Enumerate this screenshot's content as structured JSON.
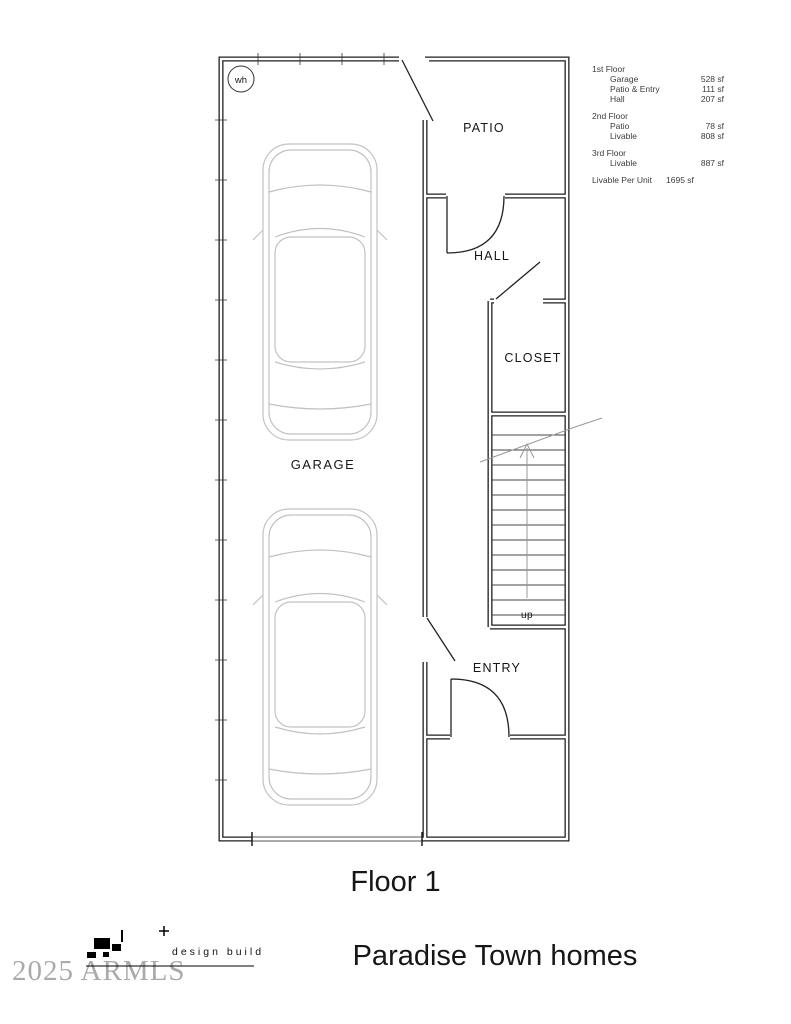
{
  "plan": {
    "rooms": {
      "garage": "GARAGE",
      "patio": "PATIO",
      "hall": "HALL",
      "closet": "CLOSET",
      "entry": "ENTRY"
    },
    "stairs_label": "up",
    "water_heater_label": "wh"
  },
  "area_schedule": {
    "groups": [
      {
        "label": "1st Floor",
        "items": [
          {
            "name": "Garage",
            "value": "528 sf"
          },
          {
            "name": "Patio & Entry",
            "value": "111 sf"
          },
          {
            "name": "Hall",
            "value": "207 sf"
          }
        ]
      },
      {
        "label": "2nd Floor",
        "items": [
          {
            "name": "Patio",
            "value": "78 sf"
          },
          {
            "name": "Livable",
            "value": "808 sf"
          }
        ]
      },
      {
        "label": "3rd Floor",
        "items": [
          {
            "name": "Livable",
            "value": "887 sf"
          }
        ]
      }
    ],
    "total": {
      "name": "Livable Per Unit",
      "value": "1695 sf"
    }
  },
  "titles": {
    "floor": "Floor 1",
    "project": "Paradise Town homes"
  },
  "branding": {
    "logo_tagline": "design build",
    "watermark": "2025 ARMLS"
  },
  "colors": {
    "wall": "#1f1f1f",
    "car_outline": "#c2c2c2",
    "watermark_gray": "#aaaaaa"
  }
}
